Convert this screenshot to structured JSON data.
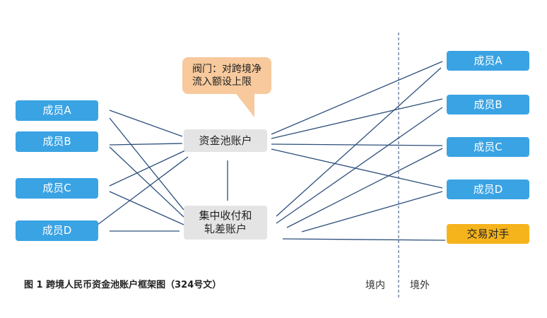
{
  "left_members": [
    "成员A",
    "成员B",
    "成员C",
    "成员D"
  ],
  "right_members": [
    "成员A",
    "成员B",
    "成员C",
    "成员D"
  ],
  "counterparty": "交易对手",
  "pool_account": "资金池账户",
  "settlement_account": "集中收付和\n轧差账户",
  "callout": "阀门：对跨境净\n流入额设上限",
  "caption": "图 1  跨境人民币资金池账户框架图（324号文）",
  "region_domestic": "境内",
  "region_overseas": "境外",
  "colors": {
    "member": "#3aa3e3",
    "counterparty": "#f6b41c",
    "account": "#e4e4e4",
    "callout": "#f7c99c",
    "line": "#2c4f7c"
  }
}
